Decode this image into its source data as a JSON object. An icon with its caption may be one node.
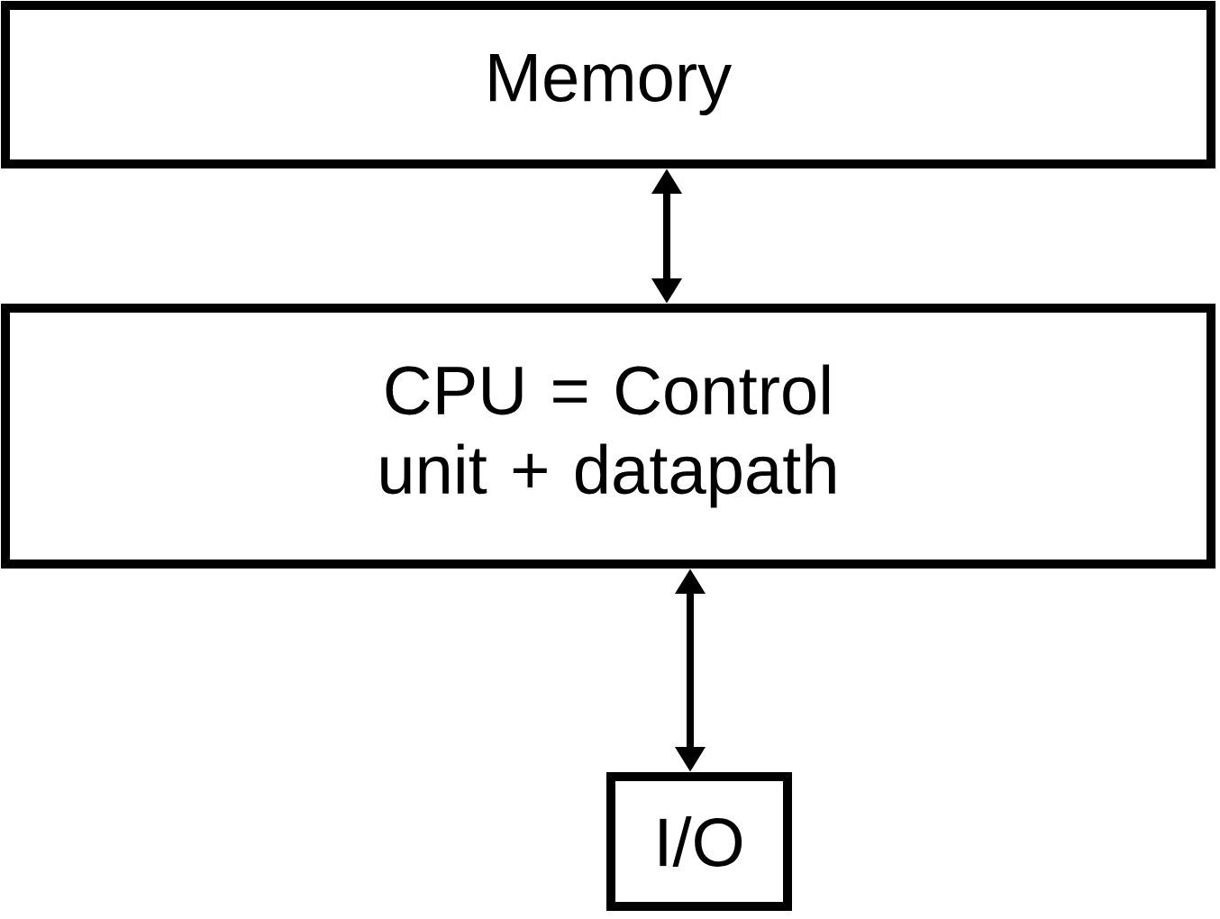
{
  "diagram": {
    "nodes": [
      {
        "text": [
          "Memory"
        ]
      },
      {
        "text": [
          "CPU = Control unit + datapath"
        ]
      },
      {
        "text": [
          "I/O"
        ]
      }
    ],
    "edges": [
      {
        "from": 0,
        "to": 1,
        "arrow": "both"
      },
      {
        "from": 1,
        "to": 2,
        "arrow": "both"
      }
    ]
  }
}
